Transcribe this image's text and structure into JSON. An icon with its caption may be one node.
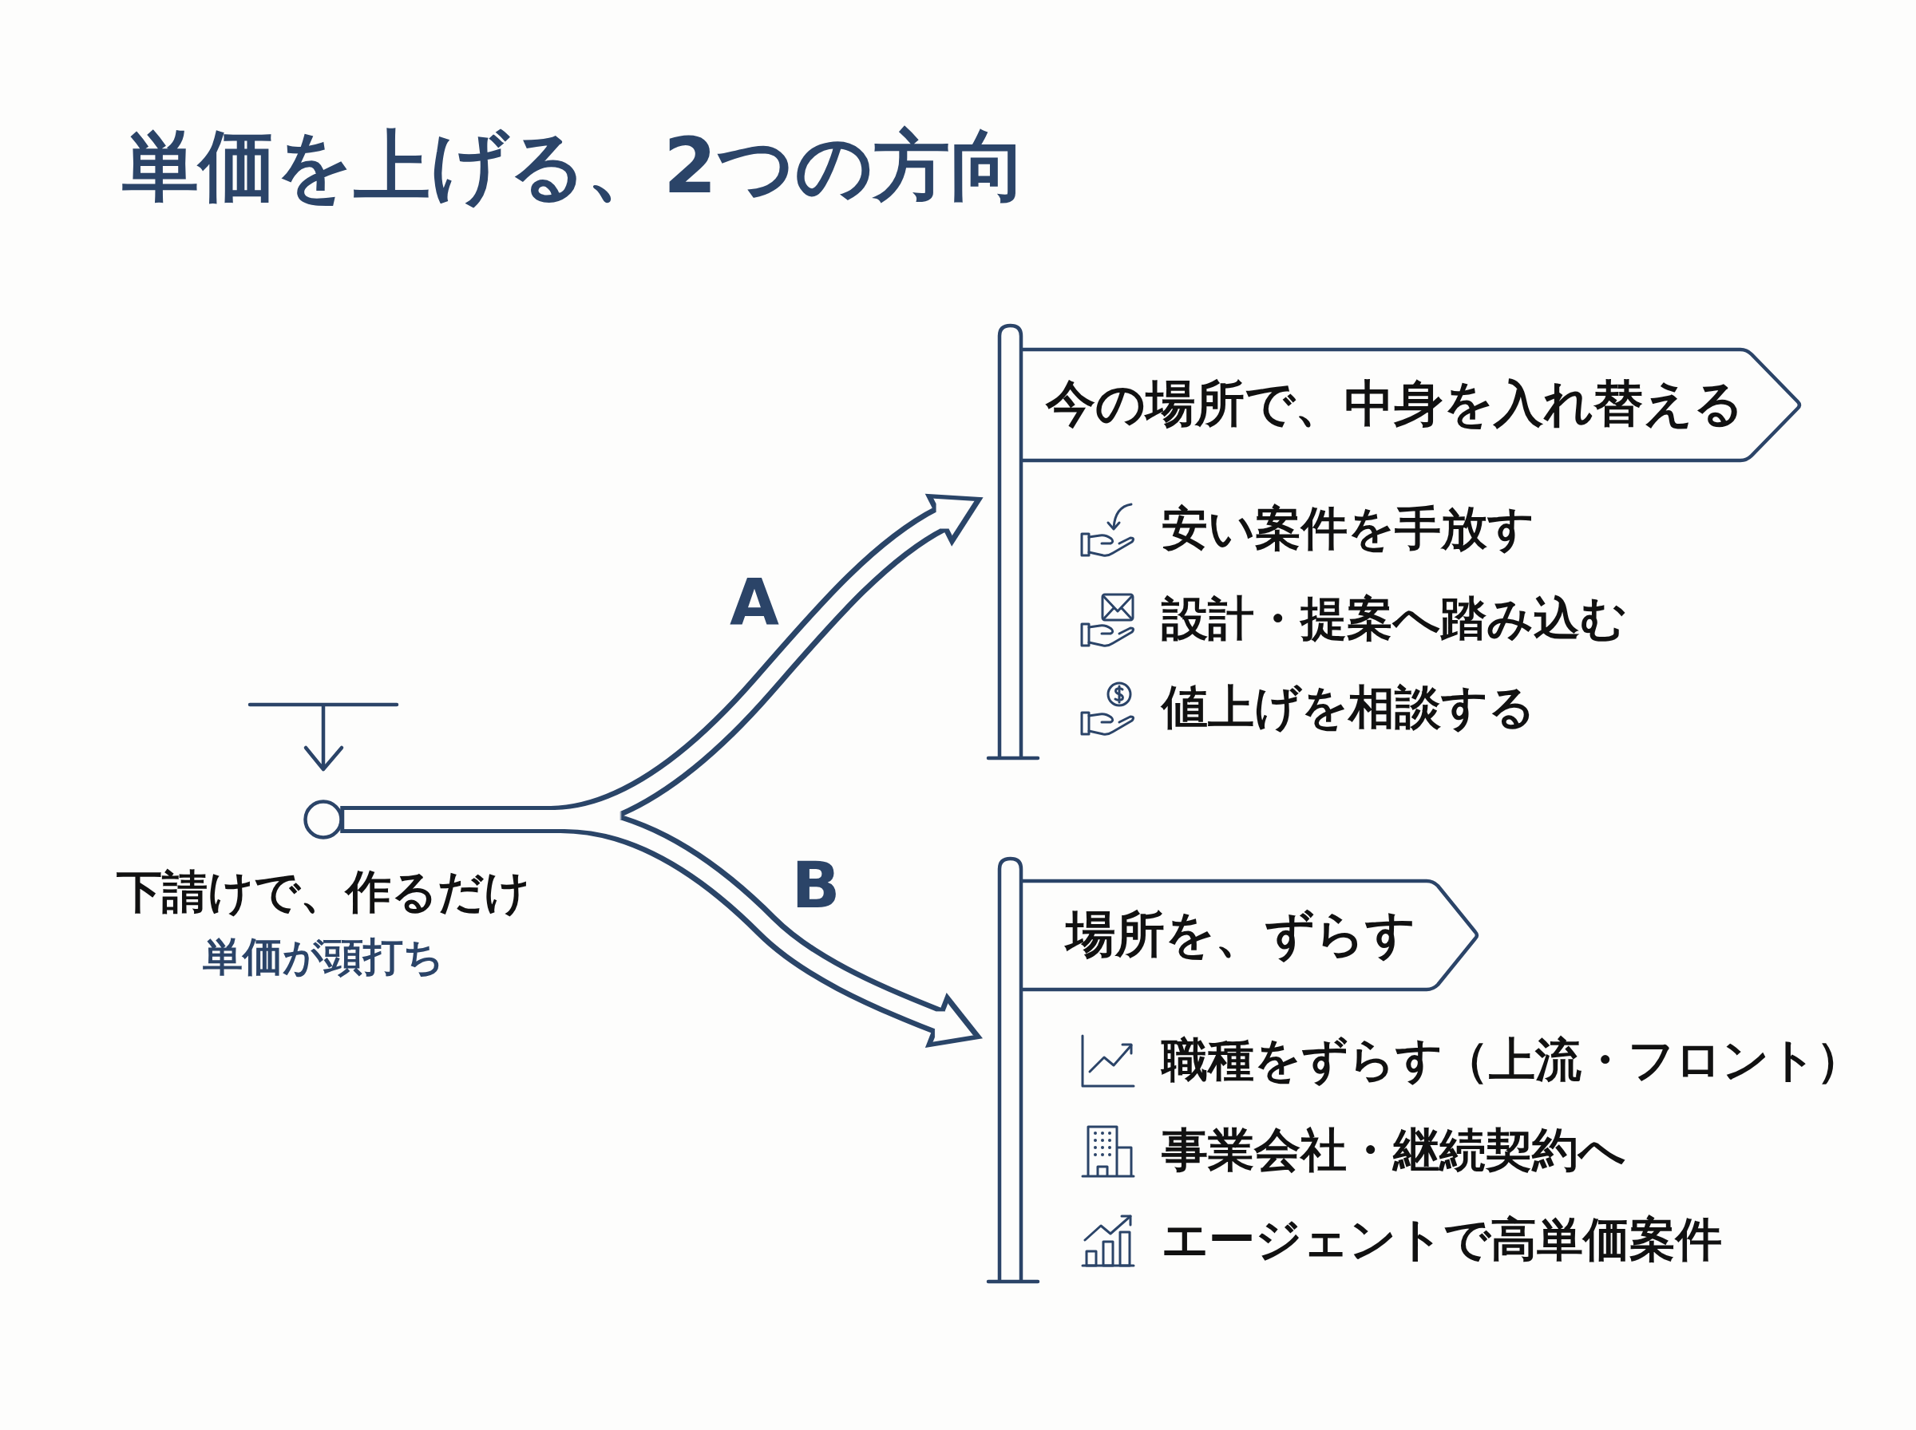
{
  "diagram": {
    "title": "単価を上げる、2つの方向",
    "nodes": [
      {
        "text": [],
        "shape": "circle",
        "beside": [
          "下請けで、作るだけ",
          "単価が頭打ち"
        ]
      },
      {
        "text": [
          "今の場所で、中身を入れ替える",
          "安い案件を手放す",
          "設計・提案へ踏み込む",
          "値上げを相談する"
        ]
      },
      {
        "text": [
          "場所を、ずらす",
          "職種をずらす（上流・フロント）",
          "事業会社・継続契約へ",
          "エージェントで高単価案件"
        ]
      }
    ],
    "edges": [
      {
        "from": 0,
        "to": 1,
        "arrow": "to",
        "label": "A"
      },
      {
        "from": 0,
        "to": 2,
        "arrow": "to",
        "label": "B"
      }
    ]
  }
}
